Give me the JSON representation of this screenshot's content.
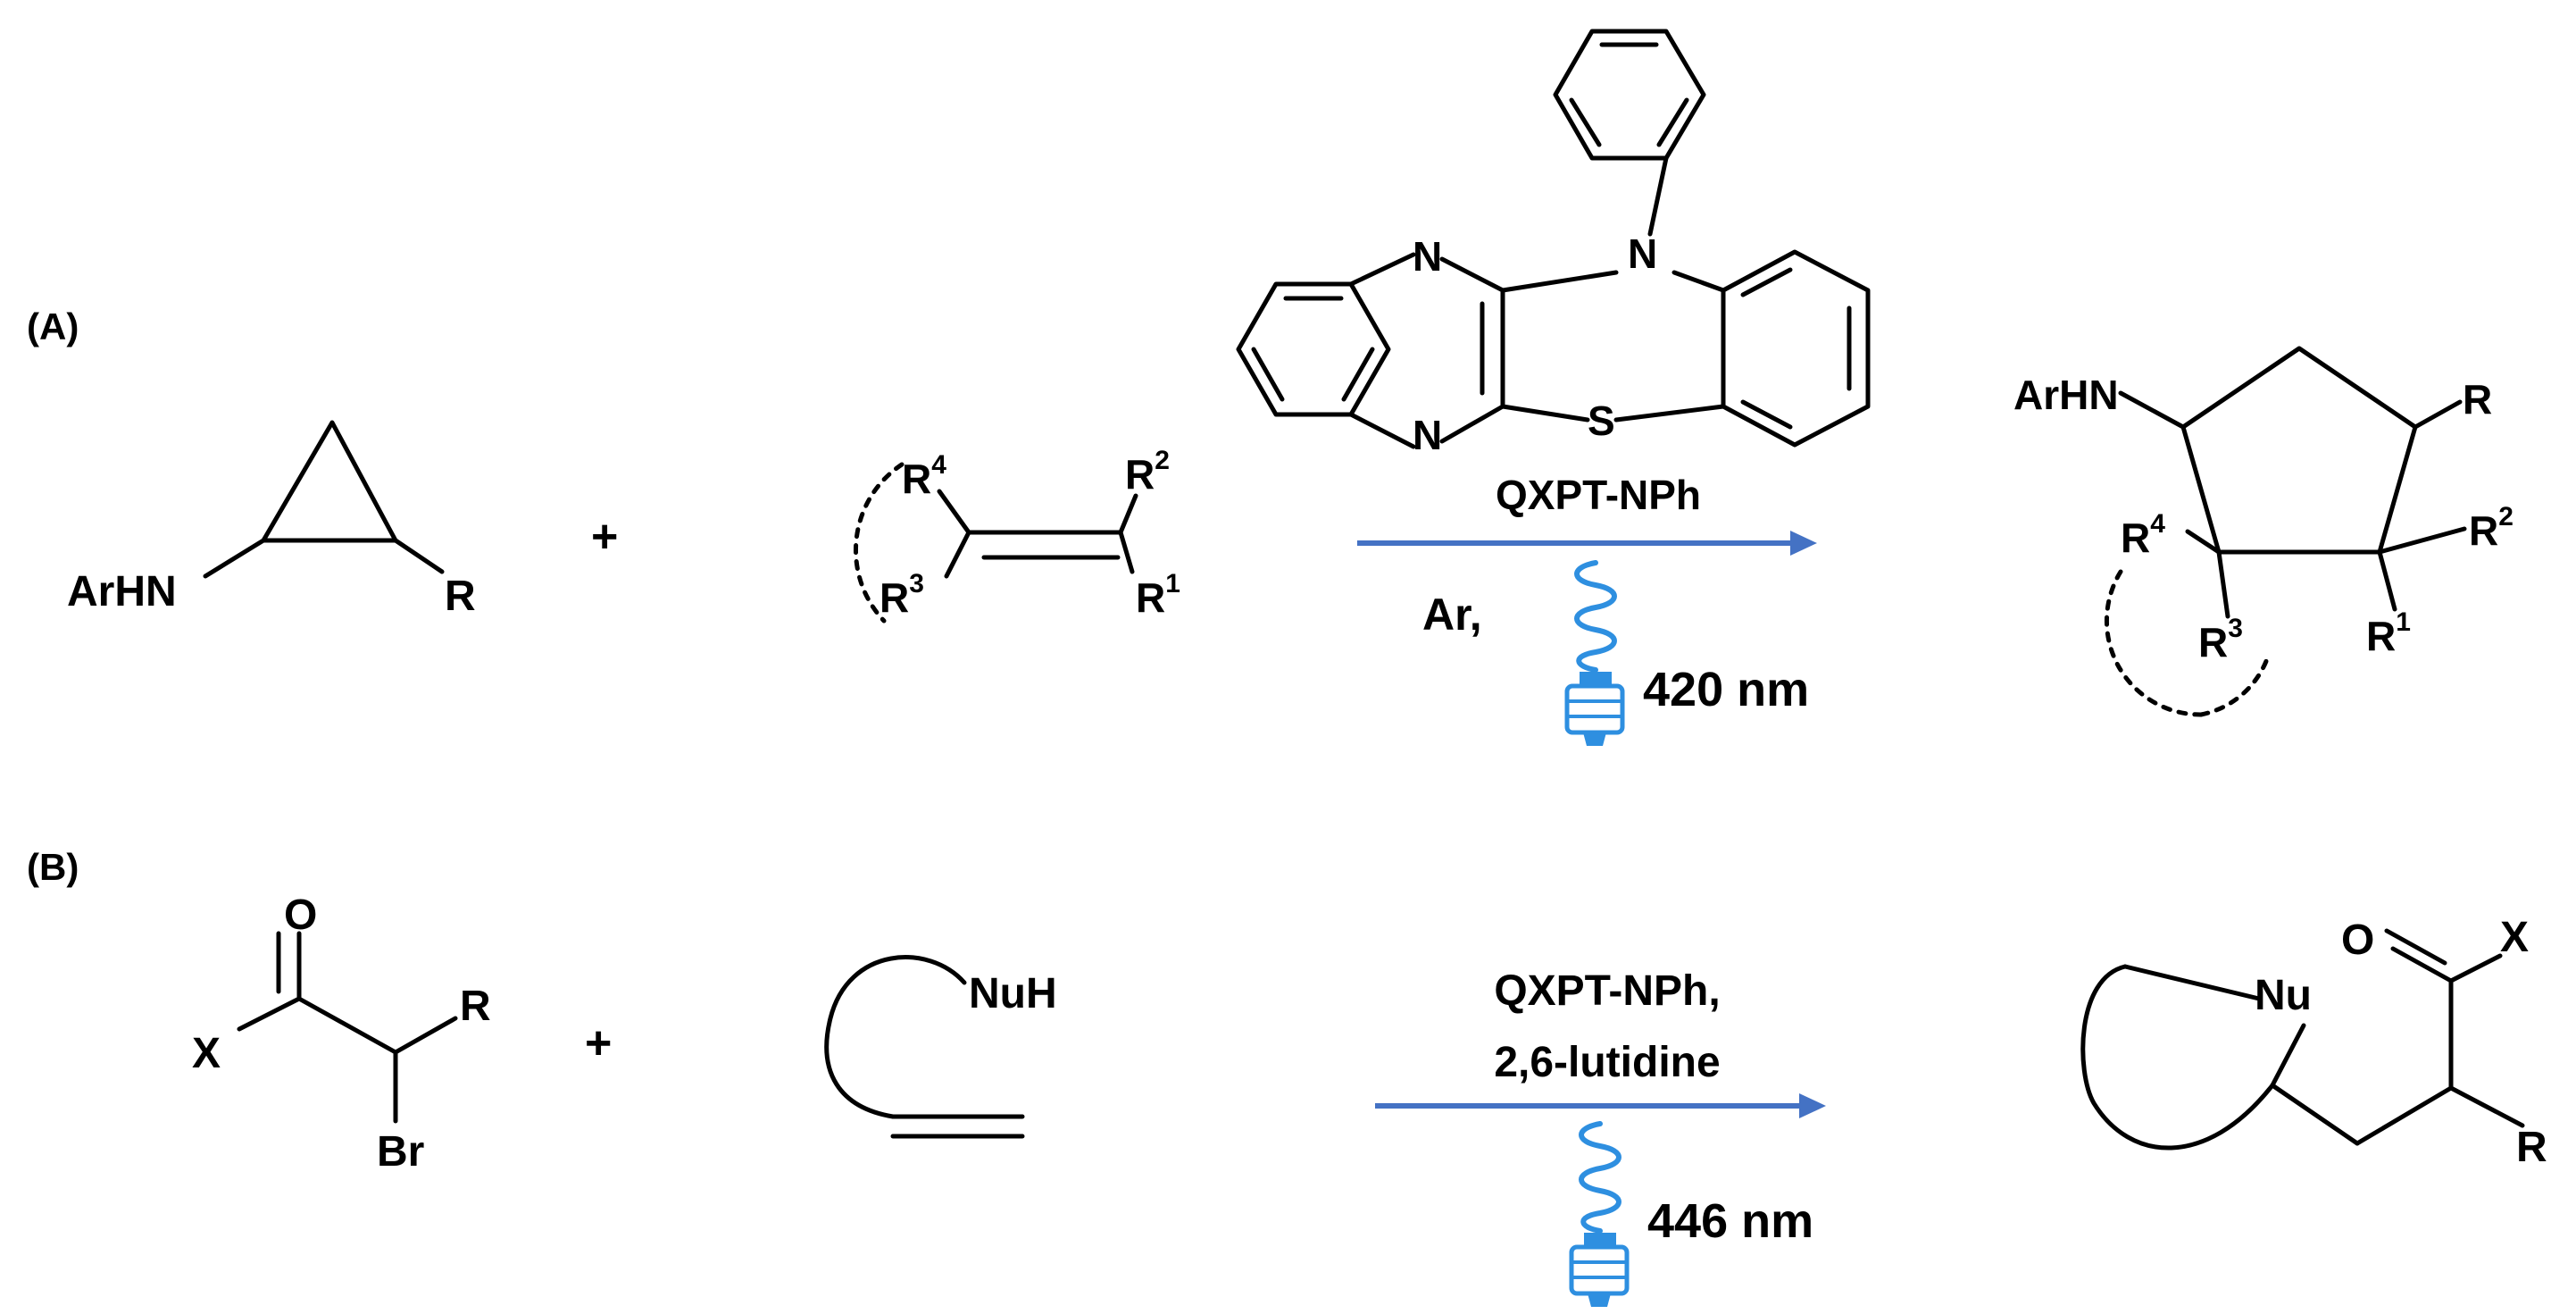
{
  "panel_a": {
    "label": "(A)",
    "reactant1": {
      "arhn": "ArHN",
      "r": "R"
    },
    "plus": "+",
    "reactant2": {
      "r4": "R",
      "r4_sup": "4",
      "r3": "R",
      "r3_sup": "3",
      "r2": "R",
      "r2_sup": "2",
      "r1": "R",
      "r1_sup": "1"
    },
    "catalyst": {
      "n_top": "N",
      "n_left": "N",
      "n_bottom": "N",
      "s": "S"
    },
    "arrow_above": "QXPT-NPh",
    "condition_left": "Ar,",
    "light": "420 nm",
    "product": {
      "arhn": "ArHN",
      "r": "R",
      "r4": "R",
      "r4_sup": "4",
      "r3": "R",
      "r3_sup": "3",
      "r2": "R",
      "r2_sup": "2",
      "r1": "R",
      "r1_sup": "1"
    }
  },
  "panel_b": {
    "label": "(B)",
    "reactant1": {
      "o": "O",
      "x": "X",
      "r": "R",
      "br": "Br"
    },
    "plus": "+",
    "reactant2": {
      "nuh": "NuH"
    },
    "arrow_above_line1": "QXPT-NPh,",
    "arrow_above_line2": "2,6-lutidine",
    "light": "446 nm",
    "product": {
      "nu": "Nu",
      "o": "O",
      "x": "X",
      "r": "R"
    }
  },
  "colors": {
    "arrow": "#4472c4",
    "bulb": "#2e8fe0",
    "ink": "#000000"
  },
  "icons": [
    "light-bulb-icon"
  ]
}
